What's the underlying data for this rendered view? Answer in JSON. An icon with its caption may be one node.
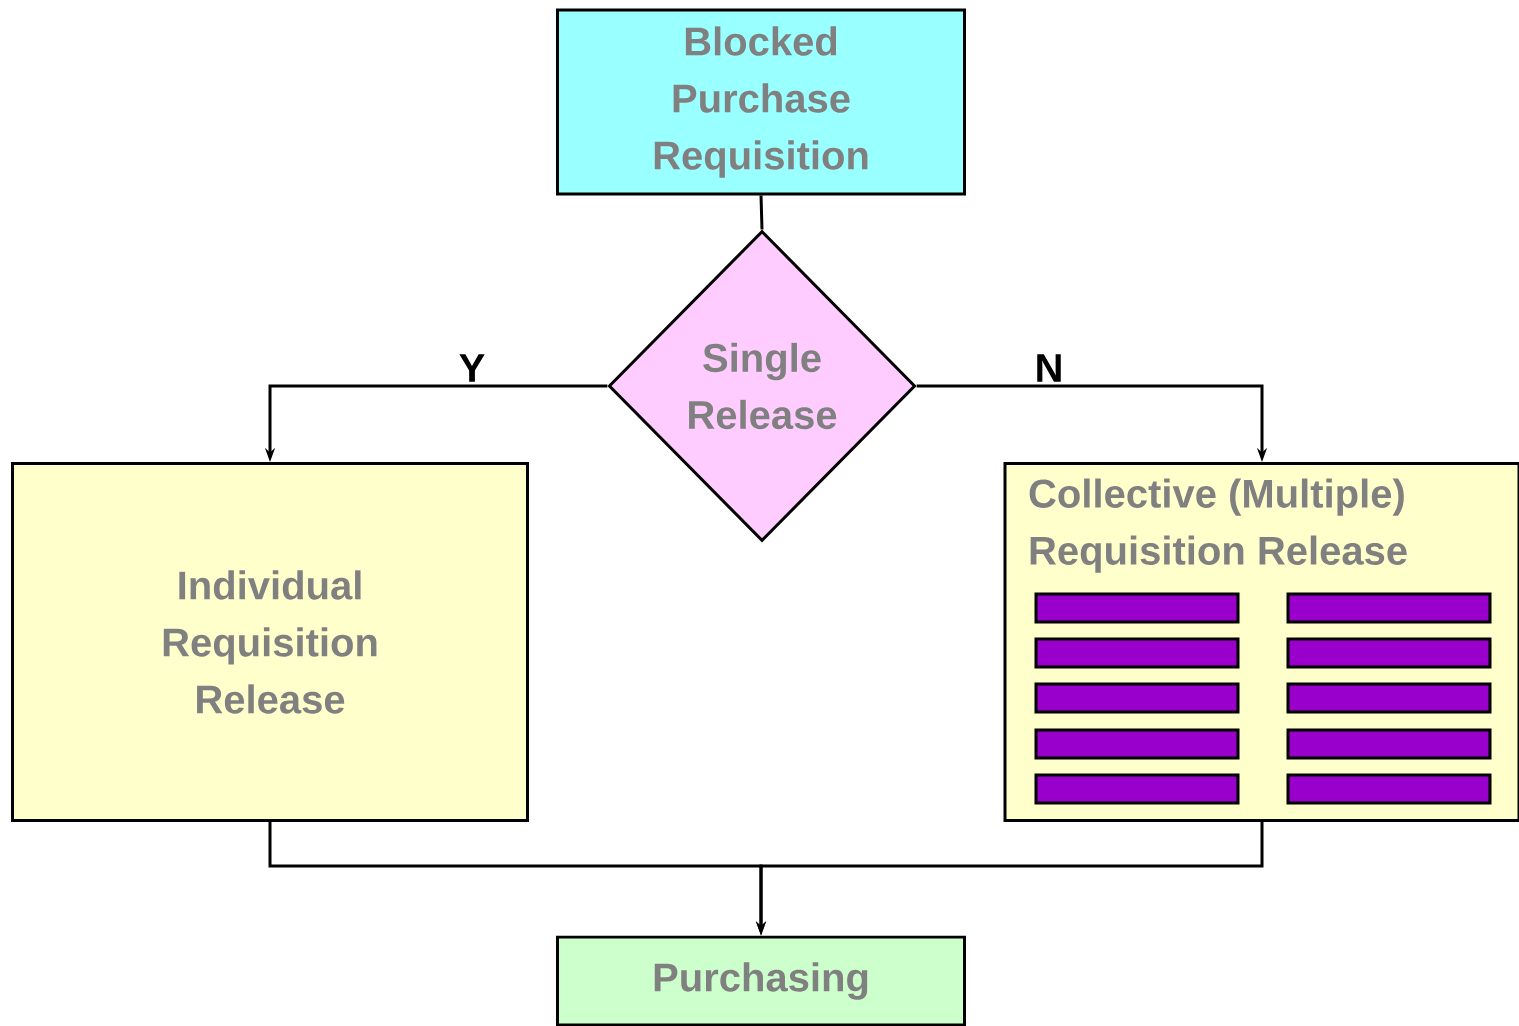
{
  "diagram": {
    "nodes": [
      {
        "text": [
          "Blocked Purchase Requisition"
        ]
      },
      {
        "text": [
          "Single Release"
        ]
      },
      {
        "text": [
          "Individual Requisition Release"
        ]
      },
      {
        "text": [
          "Collective (Multiple) Requisition Release"
        ]
      },
      {
        "text": [
          "Purchasing"
        ]
      }
    ],
    "edges": [
      {
        "from": 0,
        "to": 1,
        "arrow": "none"
      },
      {
        "from": 1,
        "to": 2,
        "arrow": "to",
        "label": "Y"
      },
      {
        "from": 1,
        "to": 3,
        "arrow": "to",
        "label": "N"
      },
      {
        "from": 2,
        "to": 4,
        "arrow": "to"
      },
      {
        "from": 3,
        "to": 4,
        "arrow": "to"
      }
    ]
  }
}
